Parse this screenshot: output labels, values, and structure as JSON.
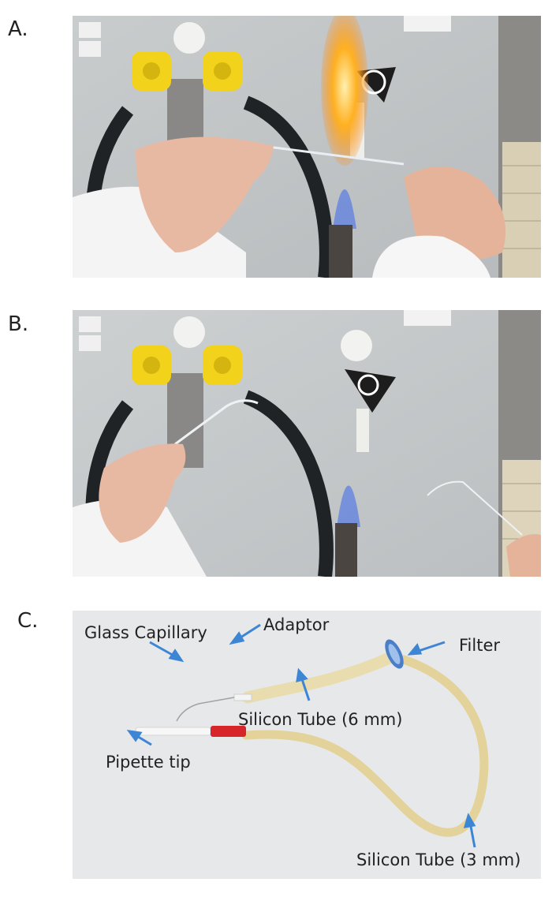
{
  "panels": {
    "a": {
      "letter": "A."
    },
    "b": {
      "letter": "B."
    },
    "c": {
      "letter": "C.",
      "labels": {
        "glass_capillary": "Glass Capillary",
        "adaptor": "Adaptor",
        "filter": "Filter",
        "silicon_tube_6mm": "Silicon Tube (6 mm)",
        "pipette_tip": "Pipette tip",
        "silicon_tube_3mm": "Silicon Tube (3 mm)"
      }
    }
  },
  "colors": {
    "arrow": "#3d86d6",
    "valve": "#f2d21b",
    "tube_yellow": "#e8d9a0",
    "filter_blue": "#4a7ec9",
    "flame_blue": "#5d7fe0",
    "flame_orange": "#ffb021"
  }
}
